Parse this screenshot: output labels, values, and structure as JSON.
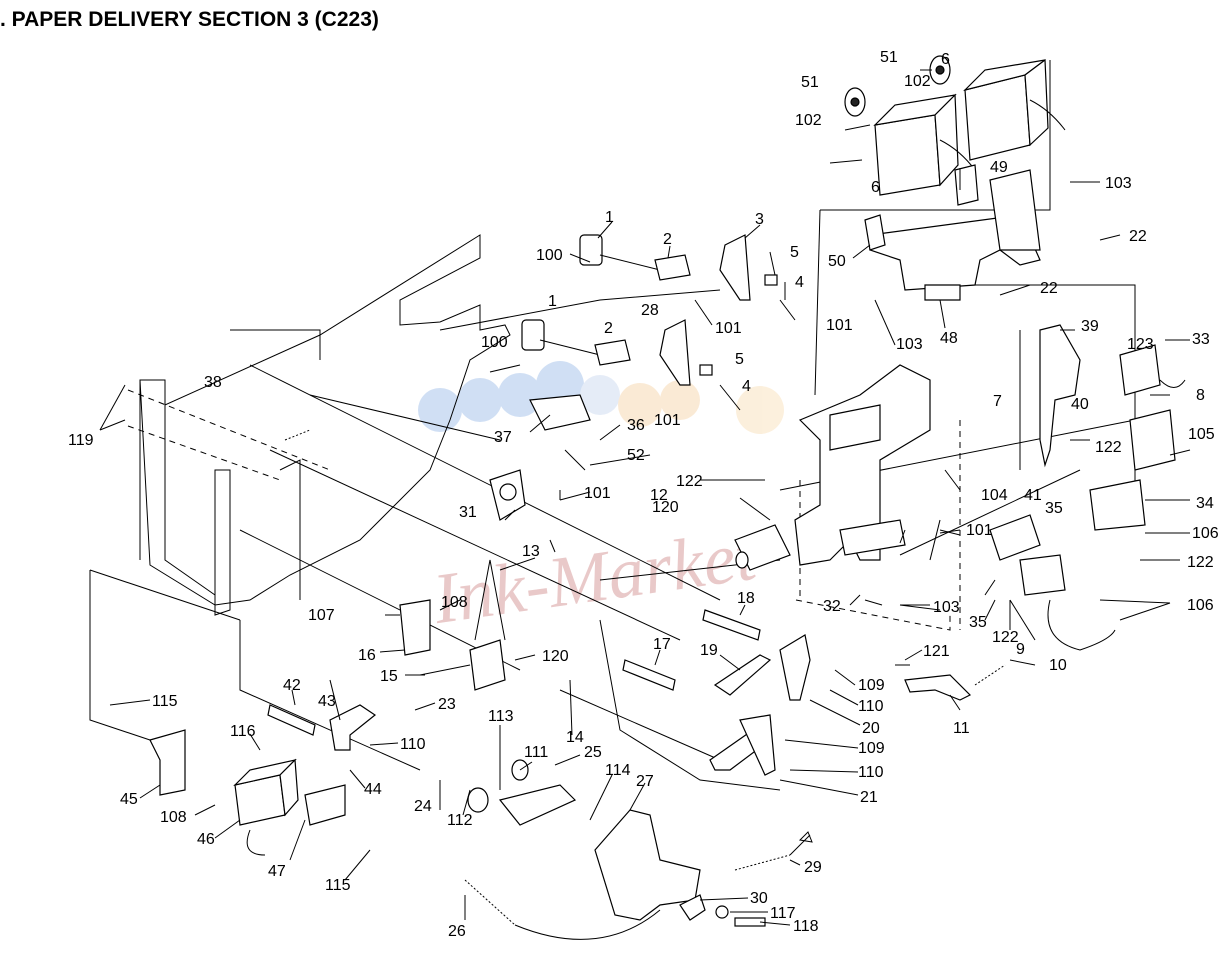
{
  "title": ". PAPER DELIVERY SECTION 3 (C223)",
  "watermark": "Ink-Market",
  "labels": [
    "1",
    "100",
    "2",
    "3",
    "5",
    "4",
    "101",
    "28",
    "5",
    "1",
    "100",
    "2",
    "101",
    "4",
    "51",
    "6",
    "102",
    "51",
    "102",
    "6",
    "49",
    "103",
    "50",
    "22",
    "22",
    "48",
    "101",
    "103",
    "7",
    "39",
    "123",
    "33",
    "40",
    "8",
    "105",
    "122",
    "34",
    "106",
    "122",
    "104",
    "41",
    "35",
    "106",
    "106",
    "35",
    "122",
    "9",
    "10",
    "121",
    "11",
    "38",
    "119",
    "119",
    "37",
    "36",
    "52",
    "122",
    "12",
    "120",
    "31",
    "101",
    "13",
    "101",
    "32",
    "103",
    "108",
    "107",
    "16",
    "15",
    "120",
    "14",
    "18",
    "17",
    "19",
    "109",
    "110",
    "20",
    "109",
    "110",
    "21",
    "115",
    "42",
    "43",
    "23",
    "116",
    "110",
    "44",
    "45",
    "108",
    "46",
    "47",
    "115",
    "24",
    "112",
    "113",
    "111",
    "25",
    "114",
    "27",
    "29",
    "30",
    "117",
    "118",
    "26"
  ]
}
